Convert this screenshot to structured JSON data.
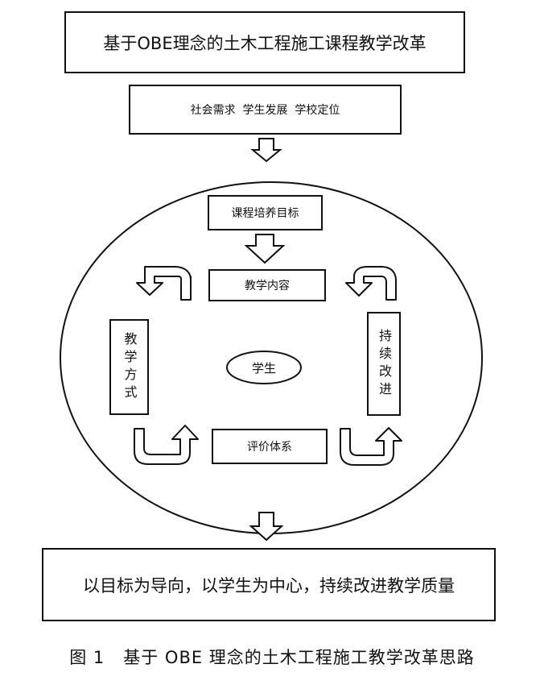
{
  "diagram": {
    "title": "基于OBE理念的土木工程施工课程教学改革",
    "needs": "社会需求  学生发展  学校定位",
    "goal": "课程培养目标",
    "content": "教学内容",
    "method": "教学方式",
    "improve": "持续改进",
    "student": "学生",
    "evaluation": "评价体系",
    "outcome": "以目标为导向，以学生为中心，持续改进教学质量"
  },
  "caption": "图 1   基于 OBE 理念的土木工程施工教学改革思路"
}
